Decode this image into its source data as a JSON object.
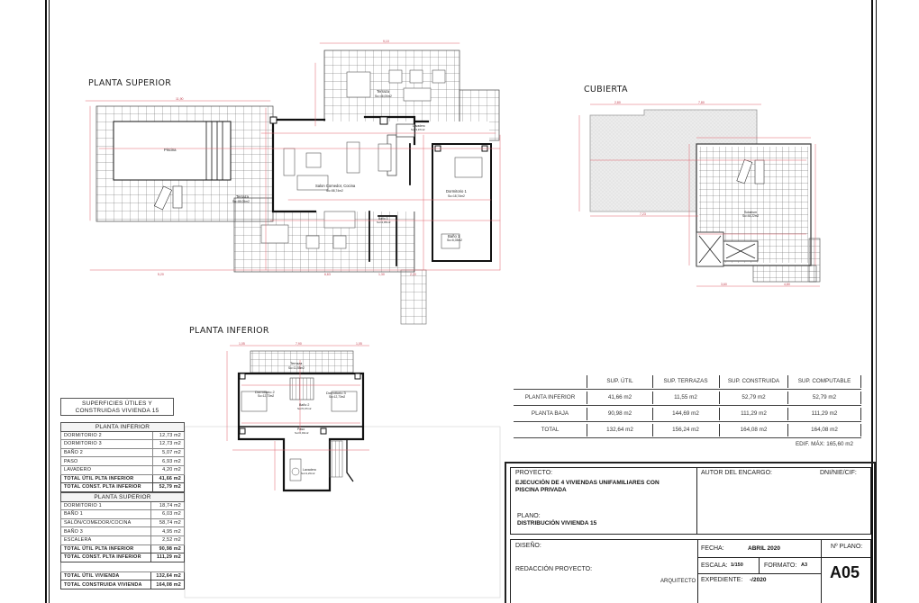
{
  "sheet": {
    "plan_titles": {
      "upper": "PLANTA SUPERIOR",
      "roof": "CUBIERTA",
      "lower": "PLANTA INFERIOR"
    },
    "room_labels": {
      "upper": [
        {
          "name": "Piscina",
          "area": ""
        },
        {
          "name": "Terraza",
          "area": "Su=88,05m2"
        },
        {
          "name": "Terraza",
          "area": "Su=46,00m2"
        },
        {
          "name": "Lavadero",
          "area": "Su=3,97m2"
        },
        {
          "name": "Salon Comedor, Cocina",
          "area": "Su=58,74m2"
        },
        {
          "name": "Dormitorio 1",
          "area": "Su=18,74m2"
        },
        {
          "name": "Baño 1",
          "area": "Su=6,03m2"
        },
        {
          "name": "Baño 3",
          "area": "Su=4,95m2"
        }
      ],
      "roof": [
        {
          "name": "Solarium",
          "area": "Su=44,22m2"
        }
      ],
      "lower": [
        {
          "name": "Terraza",
          "area": "Su=11,55m2"
        },
        {
          "name": "Dormitorio 2",
          "area": "Su=12,73m2"
        },
        {
          "name": "Dormitorio 3",
          "area": "Su=12,73m2"
        },
        {
          "name": "Baño 2",
          "area": "Su=5,07m2"
        },
        {
          "name": "Paso",
          "area": "Su=6,93m2"
        },
        {
          "name": "Lavadero",
          "area": "Su=4,20m2"
        }
      ]
    },
    "dimensions": {
      "upper": [
        "11,90",
        "9,10",
        "3,85",
        "8,05",
        "4,05",
        "2,30",
        "3,40",
        "1,80",
        "3,50",
        "3,50",
        "3,20",
        "2,30",
        "6,63",
        "1,30",
        "2,20",
        "2,30"
      ],
      "roof": [
        "2,80",
        "7,80",
        "1,30",
        "3,40",
        "9,24",
        "7,23",
        "4,80",
        "3,50",
        "2,40",
        "5,17",
        "2,70",
        "3,60",
        "4,80"
      ],
      "lower": [
        "1,05",
        "7,90",
        "1,05",
        "1,80",
        "4,80",
        "3,20",
        "1,80",
        "3,20",
        "1,20"
      ]
    }
  },
  "surfaces_panel": {
    "title": "SUPERFICIES ÚTILES Y CONSTRUIDAS VIVIENDA 15",
    "lower": {
      "header": "PLANTA INFERIOR",
      "rows": [
        {
          "label": "DORMITORIO 2",
          "value": "12,73 m2"
        },
        {
          "label": "DORMITORIO 3",
          "value": "12,73 m2"
        },
        {
          "label": "BAÑO 2",
          "value": "5,07 m2"
        },
        {
          "label": "PASO",
          "value": "6,93 m2"
        },
        {
          "label": "LAVADERO",
          "value": "4,20 m2"
        }
      ],
      "totals": [
        {
          "label": "TOTAL ÚTIL PLTA INFERIOR",
          "value": "41,66 m2"
        },
        {
          "label": "TOTAL CONST. PLTA INFERIOR",
          "value": "52,79 m2"
        }
      ]
    },
    "upper": {
      "header": "PLANTA SUPERIOR",
      "rows": [
        {
          "label": "DORMITORIO 1",
          "value": "18,74 m2"
        },
        {
          "label": "BAÑO 1",
          "value": "6,03 m2"
        },
        {
          "label": "SALÓN/COMEDOR/COCINA",
          "value": "58,74 m2"
        },
        {
          "label": "BAÑO 3",
          "value": "4,95 m2"
        },
        {
          "label": "ESCALERA",
          "value": "2,52 m2"
        }
      ],
      "totals": [
        {
          "label": "TOTAL ÚTIL PLTA INFERIOR",
          "value": "90,98 m2"
        },
        {
          "label": "TOTAL CONST. PLTA INFERIOR",
          "value": "111,29 m2"
        }
      ],
      "grand_totals": [
        {
          "label": "TOTAL ÚTIL VIVIENDA",
          "value": "132,64 m2"
        },
        {
          "label": "TOTAL CONSTRUIDA VIVIENDA",
          "value": "164,08 m2"
        }
      ]
    }
  },
  "summary_table": {
    "columns": [
      "",
      "SUP. ÚTIL",
      "SUP. TERRAZAS",
      "SUP. CONSTRUIDA",
      "SUP. COMPUTABLE"
    ],
    "rows": [
      {
        "label": "PLANTA INFERIOR",
        "util": "41,66 m2",
        "terrazas": "11,55 m2",
        "construida": "52,79 m2",
        "computable": "52,79 m2"
      },
      {
        "label": "PLANTA BAJA",
        "util": "90,98 m2",
        "terrazas": "144,69 m2",
        "construida": "111,29 m2",
        "computable": "111,29 m2"
      },
      {
        "label": "TOTAL",
        "util": "132,64 m2",
        "terrazas": "156,24 m2",
        "construida": "164,08 m2",
        "computable": "164,08 m2"
      }
    ],
    "note": "EDIF. MÁX: 165,60 m2"
  },
  "title_block": {
    "proyecto_label": "PROYECTO:",
    "proyecto_value_1": "EJECUCIÓN DE 4 VIVIENDAS UNIFAMILIARES CON",
    "proyecto_value_2": "PISCINA PRIVADA",
    "plano_label": "PLANO:",
    "plano_value": "DISTRIBUCIÓN VIVIENDA 15",
    "autor_label": "AUTOR DEL ENCARGO:",
    "dni_label": "DNI/NIE/CIF:",
    "diseno_label": "DISEÑO:",
    "redaccion_label": "REDACCIÓN PROYECTO:",
    "arquitecto_label": "ARQUITECTO",
    "fecha_label": "FECHA:",
    "fecha_value": "ABRIL 2020",
    "escala_label": "ESCALA:",
    "escala_value": "1/150",
    "formato_label": "FORMATO:",
    "formato_value": "A3",
    "expediente_label": "EXPEDIENTE:",
    "expediente_value": "-/2020",
    "plano_num_label": "Nº PLANO:",
    "plano_num_value": "A05"
  },
  "colors": {
    "dimension_lines": "#e0606a",
    "walls": "#111111",
    "grid": "#444444",
    "roof_fill": "#e6e6e6"
  }
}
